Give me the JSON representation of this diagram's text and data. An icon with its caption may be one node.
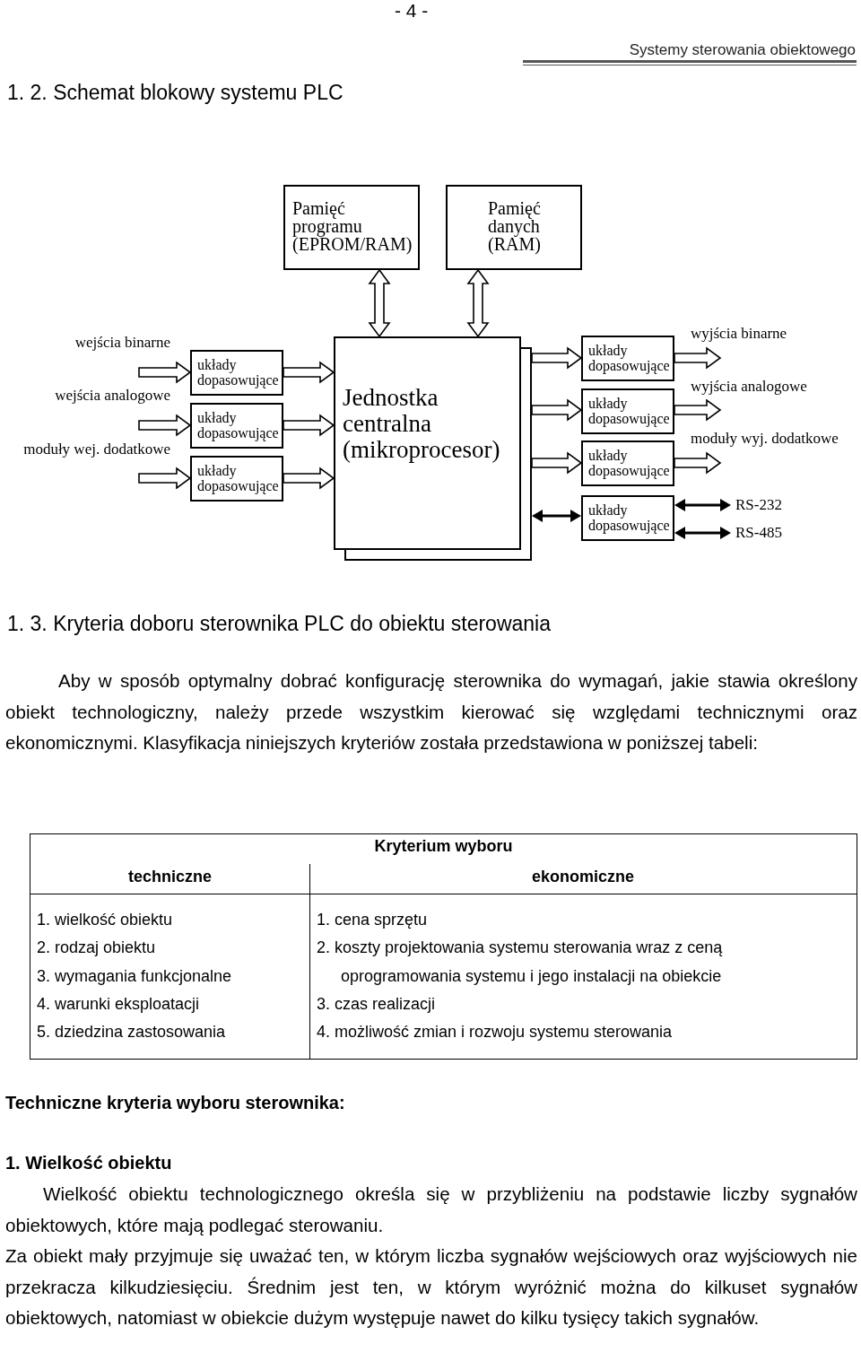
{
  "diagram": {
    "title": "1. 2. Schemat blokowy systemu PLC",
    "nodes": [
      {
        "text": [
          "Pamięć programu (EPROM/RAM)"
        ]
      },
      {
        "text": [
          "Pamięć danych (RAM)"
        ]
      },
      {
        "text": [
          "Jednostka centralna (mikroprocesor)"
        ]
      },
      {
        "text": [
          "układy dopasowujące"
        ]
      },
      {
        "text": [
          "układy dopasowujące"
        ]
      },
      {
        "text": [
          "układy dopasowujące"
        ]
      },
      {
        "text": [
          "układy dopasowujące"
        ]
      },
      {
        "text": [
          "układy dopasowujące"
        ]
      },
      {
        "text": [
          "układy dopasowujące"
        ]
      },
      {
        "text": [
          "układy dopasowujące"
        ]
      },
      {
        "text": [
          "RS-232"
        ]
      },
      {
        "text": [
          "RS-485"
        ]
      }
    ],
    "edges": [
      {
        "from": 0,
        "to": 2,
        "arrow": "both",
        "style": "thick"
      },
      {
        "from": 1,
        "to": 2,
        "arrow": "both",
        "style": "thick"
      },
      {
        "from": null,
        "to": 3,
        "arrow": "to",
        "style": "thick",
        "label": "wejścia binarne"
      },
      {
        "from": null,
        "to": 4,
        "arrow": "to",
        "style": "thick",
        "label": "wejścia analogowe"
      },
      {
        "from": null,
        "to": 5,
        "arrow": "to",
        "style": "thick",
        "label": "moduły wej. dodatkowe"
      },
      {
        "from": 3,
        "to": 2,
        "arrow": "to",
        "style": "thick"
      },
      {
        "from": 4,
        "to": 2,
        "arrow": "to",
        "style": "thick"
      },
      {
        "from": 5,
        "to": 2,
        "arrow": "to",
        "style": "thick"
      },
      {
        "from": 2,
        "to": 6,
        "arrow": "to",
        "style": "thick"
      },
      {
        "from": 2,
        "to": 7,
        "arrow": "to",
        "style": "thick"
      },
      {
        "from": 2,
        "to": 8,
        "arrow": "to",
        "style": "thick"
      },
      {
        "from": 6,
        "to": null,
        "arrow": "to",
        "style": "thick",
        "label": "wyjścia binarne"
      },
      {
        "from": 7,
        "to": null,
        "arrow": "to",
        "style": "thick",
        "label": "wyjścia analogowe"
      },
      {
        "from": 8,
        "to": null,
        "arrow": "to",
        "style": "thick",
        "label": "moduły wyj. dodatkowe"
      },
      {
        "from": 2,
        "to": 9,
        "arrow": "both"
      },
      {
        "from": 9,
        "to": 10,
        "arrow": "both"
      },
      {
        "from": 9,
        "to": 11,
        "arrow": "both"
      }
    ],
    "labels": [
      "- 4 -",
      "Systemy sterowania obiektowego",
      "1. 3. Kryteria doboru sterownika PLC do obiektu sterowania",
      "Aby w sposób optymalny dobrać konfigurację sterownika do wymagań, jakie stawia określony obiekt technologiczny, należy przede wszystkim kierować się względami technicznymi oraz ekonomicznymi. Klasyfikacja niniejszych kryteriów została przedstawiona w poniższej tabeli:",
      "Kryterium wyboru",
      "techniczne",
      "ekonomiczne",
      "1. wielkość obiektu",
      "2. rodzaj obiektu",
      "3. wymagania funkcjonalne",
      "4. warunki eksploatacji",
      "5. dziedzina zastosowania",
      "1. cena sprzętu",
      "2. koszty projektowania systemu sterowania wraz z ceną oprogramowania systemu i jego instalacji na obiekcie",
      "3. czas realizacji",
      "4. możliwość zmian i rozwoju systemu sterowania",
      "Techniczne kryteria wyboru sterownika:",
      "1. Wielkość obiektu",
      "Wielkość obiektu technologicznego określa się w przybliżeniu na podstawie liczby sygnałów obiektowych, które mają podlegać sterowaniu.",
      "Za obiekt mały przyjmuje się uważać ten, w którym liczba sygnałów wejściowych oraz wyjściowych nie przekracza kilkudziesięciu. Średnim jest ten, w którym wyróżnić można do kilkuset sygnałów obiektowych, natomiast w obiekcie dużym występuje nawet do kilku tysięcy takich sygnałów."
    ]
  }
}
